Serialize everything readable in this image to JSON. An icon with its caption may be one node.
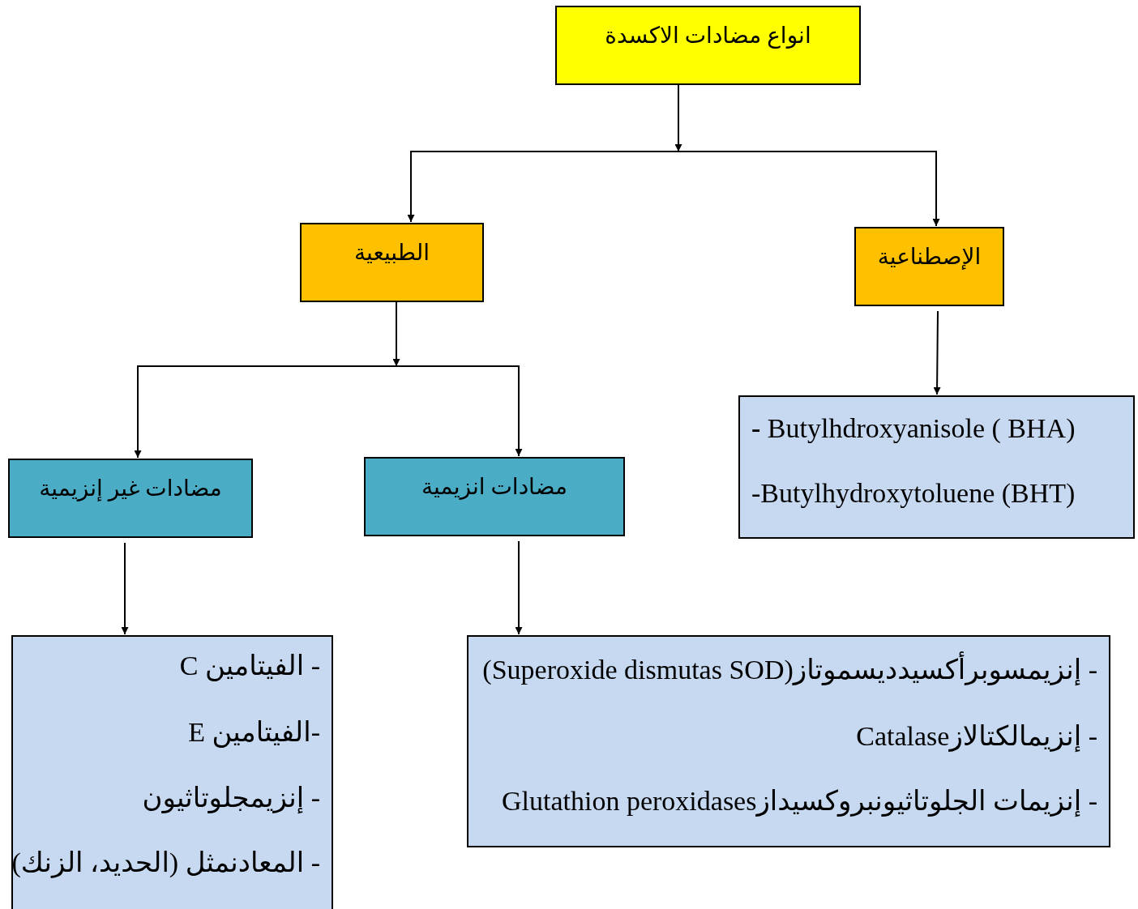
{
  "diagram": {
    "nodes": [
      {
        "text": [
          "انواع مضادات الاكسدة"
        ]
      },
      {
        "text": [
          "الطبيعية"
        ]
      },
      {
        "text": [
          "الإصطناعية"
        ]
      },
      {
        "text": [
          "مضادات غير إنزيمية"
        ]
      },
      {
        "text": [
          "مضادات انزيمية"
        ]
      },
      {
        "text": [
          "**-** Butylhdroxyanisole ( BHA)",
          "-Butylhydroxytoluene  (BHT)"
        ]
      },
      {
        "text": [
          "- الفيتامين C",
          "-الفيتامين E",
          "- إنزيمجلوتاثيون",
          "- المعادنمثل (الحديد، الزنك)"
        ]
      },
      {
        "text": [
          "- إنزيمسوبرأكسيدديسموتاز(Superoxide dismutas SOD)",
          "- إنزيمالكتالازCatalase",
          "- إنزيمات الجلوتاثيونبروكسيدازGlutathion peroxidases"
        ]
      }
    ],
    "edges": [
      {
        "from": 0,
        "to": 1,
        "arrow": "to"
      },
      {
        "from": 0,
        "to": 2,
        "arrow": "to"
      },
      {
        "from": 1,
        "to": 3,
        "arrow": "to"
      },
      {
        "from": 1,
        "to": 4,
        "arrow": "to"
      },
      {
        "from": 2,
        "to": 5,
        "arrow": "to"
      },
      {
        "from": 3,
        "to": 6,
        "arrow": "to"
      },
      {
        "from": 4,
        "to": 7,
        "arrow": "to"
      }
    ]
  }
}
